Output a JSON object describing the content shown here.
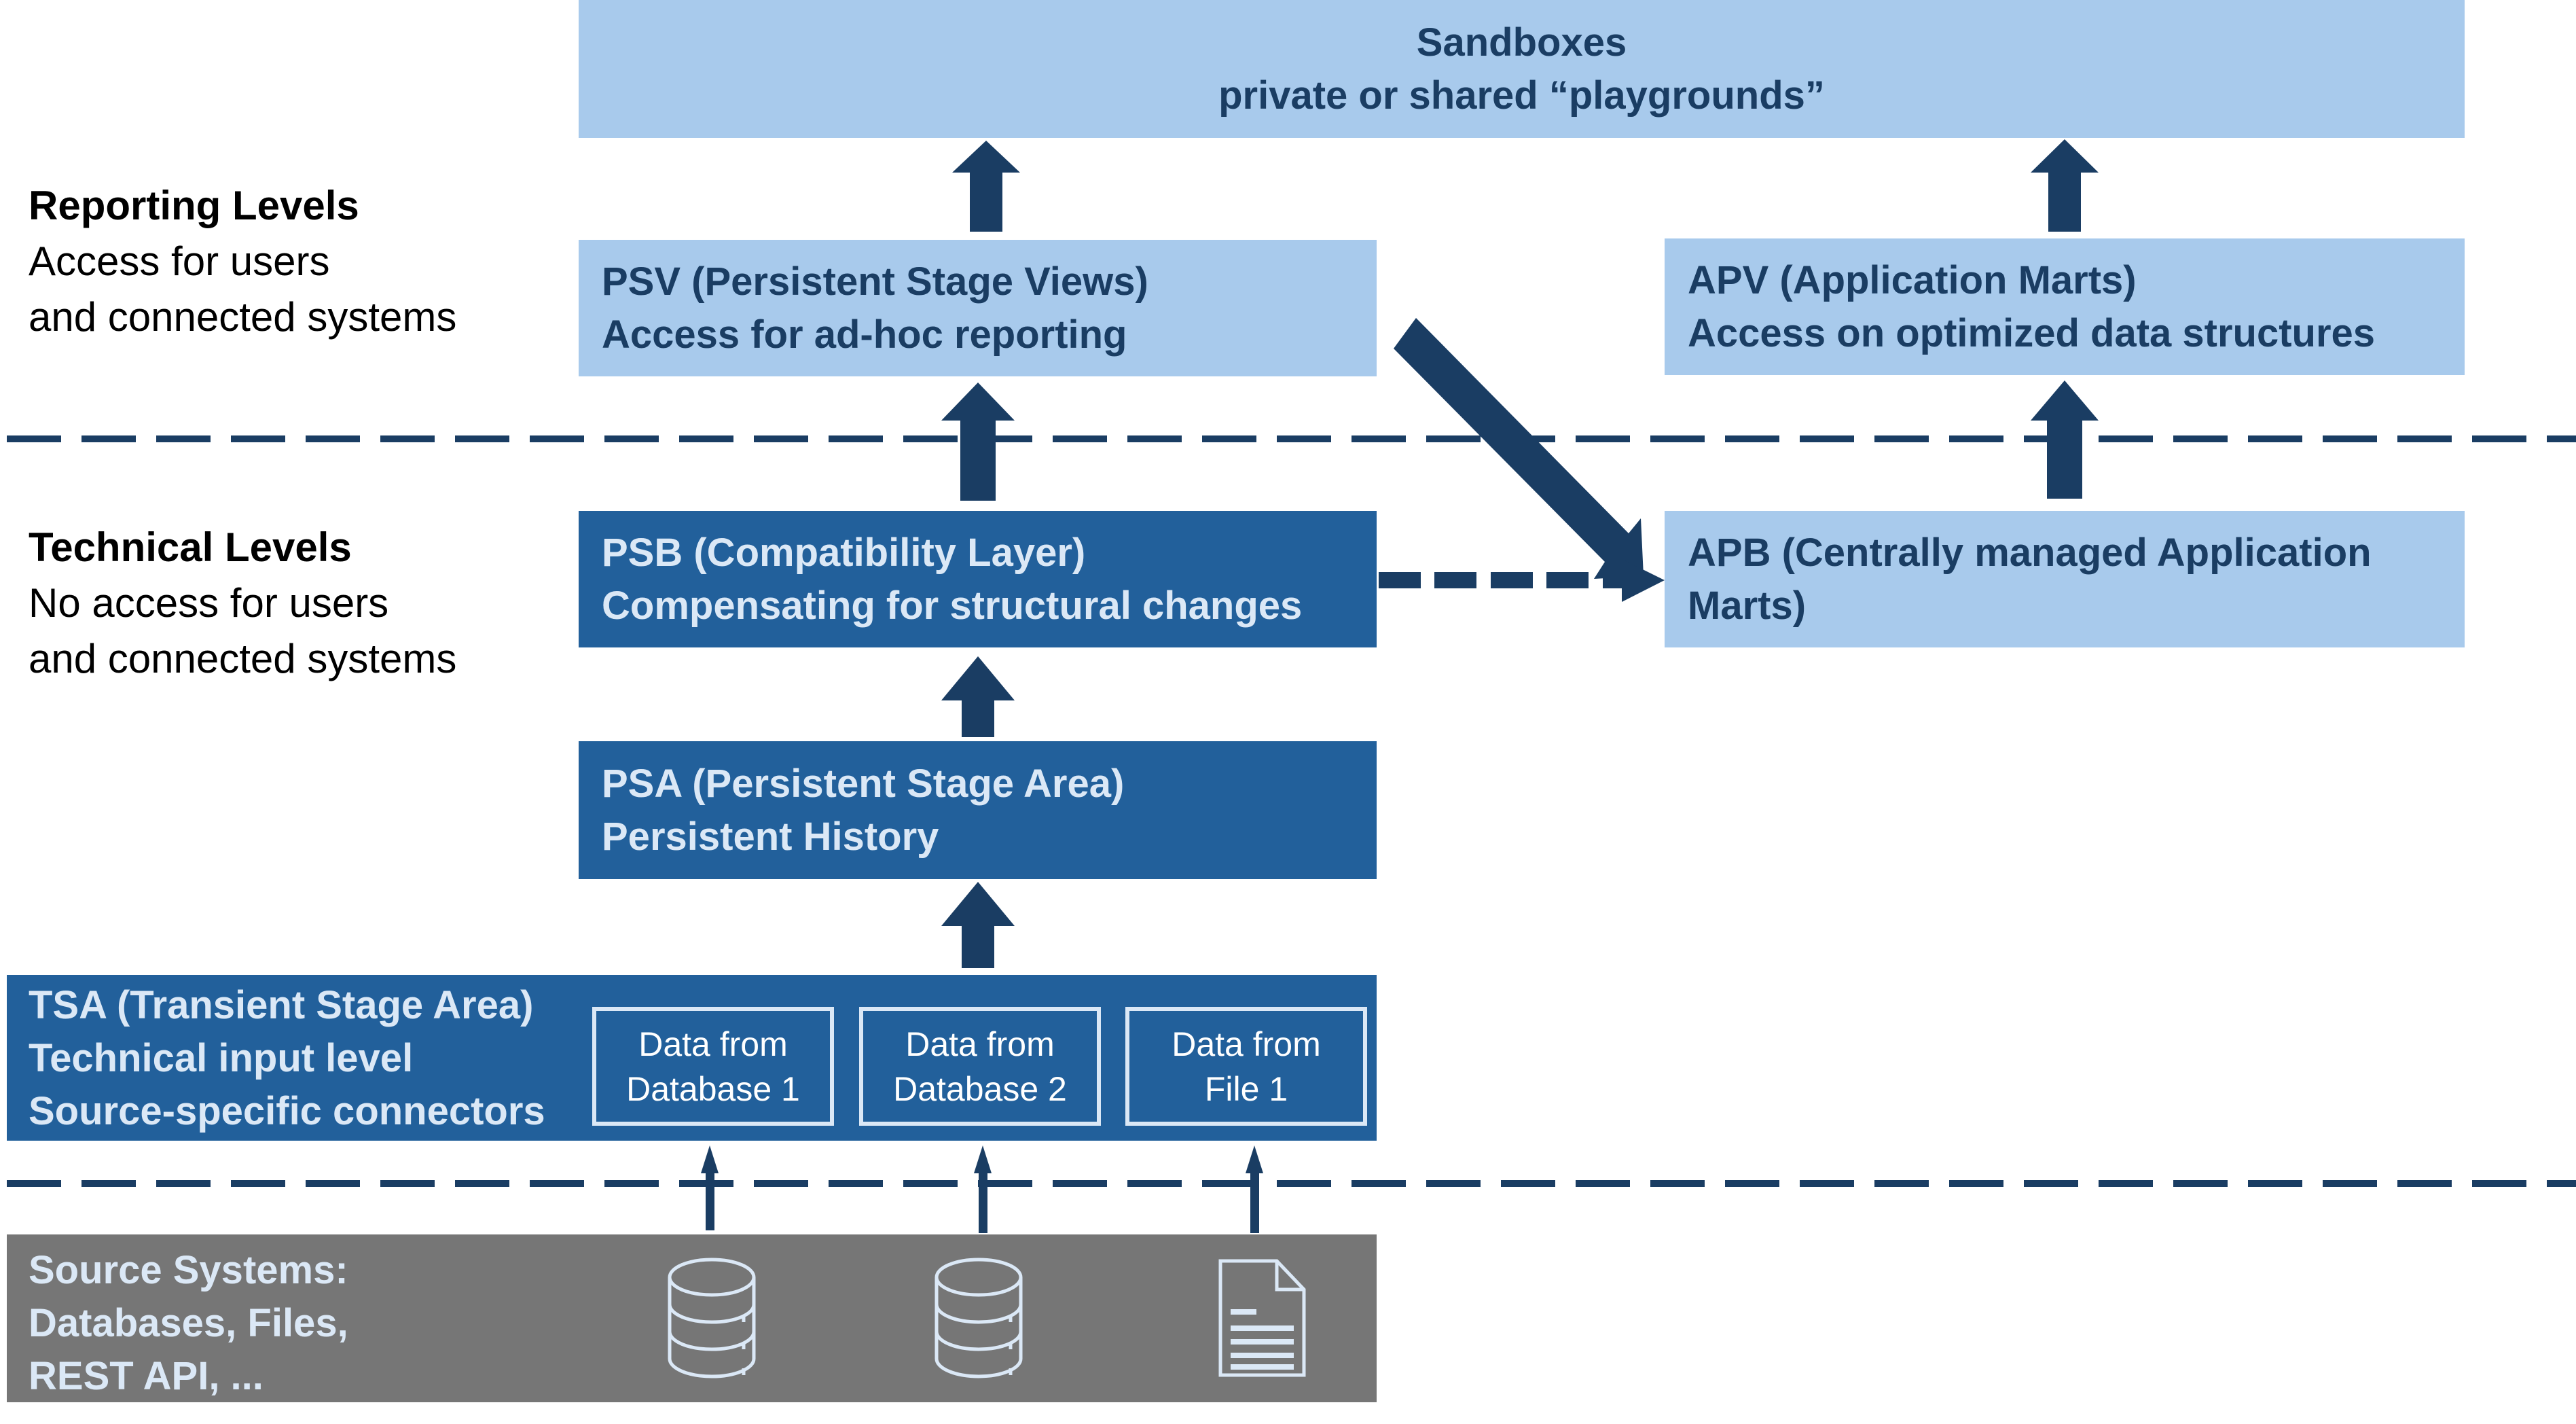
{
  "diagram": {
    "colors": {
      "light_box": "#a8caec",
      "dark_box": "#22609b",
      "gray_box": "#767676",
      "arrow": "#1a3d63",
      "dark_text": "#1a3d63",
      "light_text": "#dbe8f6"
    },
    "levels": {
      "reporting": {
        "title": "Reporting Levels",
        "line1": "Access for users",
        "line2": "and connected systems"
      },
      "technical": {
        "title": "Technical Levels",
        "line1": "No access for users",
        "line2": "and connected systems"
      }
    },
    "sandboxes": {
      "line1": "Sandboxes",
      "line2": "private or shared “playgrounds”"
    },
    "psv": {
      "line1": "PSV (Persistent Stage Views)",
      "line2": "Access for ad-hoc reporting"
    },
    "apv": {
      "line1": "APV (Application Marts)",
      "line2": "Access on optimized data structures"
    },
    "psb": {
      "line1": "PSB (Compatibility Layer)",
      "line2": "Compensating for structural changes"
    },
    "apb": {
      "line1": "APB (Centrally managed Application",
      "line2": "Marts)"
    },
    "psa": {
      "line1": "PSA (Persistent Stage Area)",
      "line2": "Persistent History"
    },
    "tsa": {
      "line1": "TSA (Transient Stage Area)",
      "line2": "Technical input level",
      "line3": "Source-specific connectors",
      "connectors": [
        {
          "line1": "Data from",
          "line2": "Database 1"
        },
        {
          "line1": "Data from",
          "line2": "Database 2"
        },
        {
          "line1": "Data from",
          "line2": "File 1"
        }
      ]
    },
    "sources": {
      "line1": "Source Systems:",
      "line2": "Databases, Files,",
      "line3": "REST API, ...",
      "icons": [
        "database-icon",
        "database-icon",
        "file-icon"
      ]
    },
    "edges": [
      {
        "from": "PSV",
        "to": "Sandboxes",
        "style": "solid"
      },
      {
        "from": "APV",
        "to": "Sandboxes",
        "style": "solid"
      },
      {
        "from": "PSB",
        "to": "PSV",
        "style": "solid"
      },
      {
        "from": "APB",
        "to": "APV",
        "style": "solid"
      },
      {
        "from": "PSV",
        "to": "APB",
        "style": "solid"
      },
      {
        "from": "PSB",
        "to": "APB",
        "style": "dashed"
      },
      {
        "from": "PSA",
        "to": "PSB",
        "style": "solid"
      },
      {
        "from": "TSA",
        "to": "PSA",
        "style": "solid"
      },
      {
        "from": "Database 1",
        "to": "Data from Database 1",
        "style": "thin"
      },
      {
        "from": "Database 2",
        "to": "Data from Database 2",
        "style": "thin"
      },
      {
        "from": "File 1",
        "to": "Data from File 1",
        "style": "thin"
      }
    ]
  }
}
